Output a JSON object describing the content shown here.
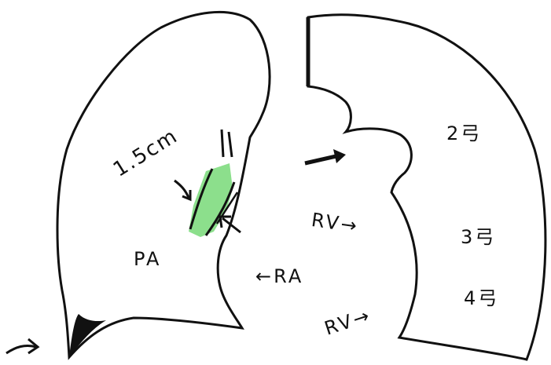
{
  "diagram": {
    "labels": {
      "measure": "1.5cm",
      "pa": "PA",
      "ra": "←RA",
      "rv_upper": "RV→",
      "rv_lower": "RV→",
      "arc2": "2弓",
      "arc3": "3弓",
      "arc4": "4弓"
    },
    "colors": {
      "stroke": "#111111",
      "highlight": "#7fdc7f"
    }
  }
}
